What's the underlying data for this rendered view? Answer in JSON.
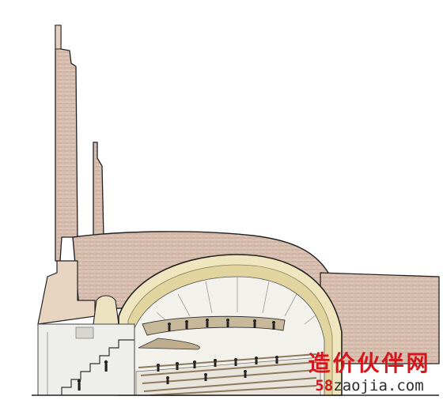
{
  "watermark": {
    "chinese": "造价伙伴网",
    "url_number": "58",
    "url_rest": "zaojia.com"
  },
  "colors": {
    "brick": "#d8bfb0",
    "brick_shade": "#c9ab9a",
    "cream": "#efe6bf",
    "cream_dark": "#d9c98e",
    "interior": "#f3f1ec",
    "interior_gray": "#cfcdc8",
    "seat": "#b9a58a",
    "people": "#222222",
    "outline": "#222222",
    "watermark_red": "#d4171d"
  },
  "icons": [
    "chimney",
    "auditorium-dome",
    "stair-ramp",
    "seating-tiers"
  ]
}
